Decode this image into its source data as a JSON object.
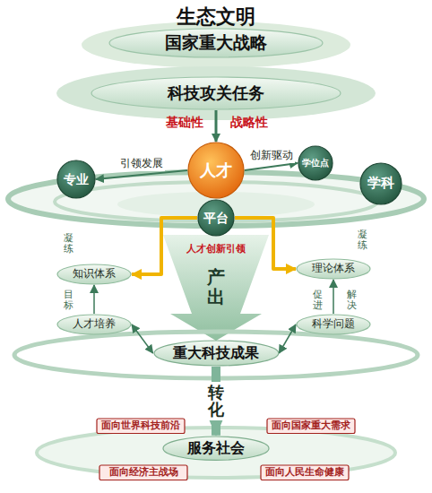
{
  "diagram": {
    "title": "生态文明",
    "nodes": [
      {
        "text": [
          "国家重大战略"
        ]
      },
      {
        "text": [
          "科技攻关任务"
        ]
      },
      {
        "text": [
          "专业"
        ]
      },
      {
        "text": [
          "人才"
        ]
      },
      {
        "text": [
          "学位点"
        ]
      },
      {
        "text": [
          "学科"
        ]
      },
      {
        "text": [
          "平台"
        ]
      },
      {
        "text": [
          "知识体系"
        ]
      },
      {
        "text": [
          "理论体系"
        ]
      },
      {
        "text": [
          "人才培养"
        ]
      },
      {
        "text": [
          "科学问题"
        ]
      },
      {
        "text": [
          "重大科技成果"
        ]
      },
      {
        "text": [
          "服务社会"
        ]
      },
      {
        "text": [
          "面向世界科技前沿"
        ]
      },
      {
        "text": [
          "面向国家重大需求"
        ]
      },
      {
        "text": [
          "面向经济主战场"
        ]
      },
      {
        "text": [
          "面向人民生命健康"
        ]
      }
    ],
    "edges": [
      {
        "from": 1,
        "to": 3,
        "arrow": "to"
      },
      {
        "from": 3,
        "to": 2,
        "label": "引领发展",
        "arrow": "to"
      },
      {
        "from": 3,
        "to": 4,
        "label": "创新驱动",
        "arrow": "to"
      },
      {
        "from": 6,
        "to": 7,
        "arrow": "to"
      },
      {
        "from": 6,
        "to": 8,
        "arrow": "to"
      },
      {
        "from": 9,
        "to": 7,
        "arrow": "to"
      },
      {
        "from": 10,
        "to": 8,
        "arrow": "to"
      },
      {
        "from": 9,
        "to": 11,
        "arrow": "both"
      },
      {
        "from": 10,
        "to": 11,
        "arrow": "both"
      },
      {
        "from": 11,
        "to": 12,
        "label": "转化",
        "arrow": "to"
      }
    ],
    "labels": [
      "基础性",
      "战略性",
      "凝练",
      "目标",
      "凝练",
      "促进",
      "解决",
      "人才创新引领",
      "产出"
    ]
  }
}
